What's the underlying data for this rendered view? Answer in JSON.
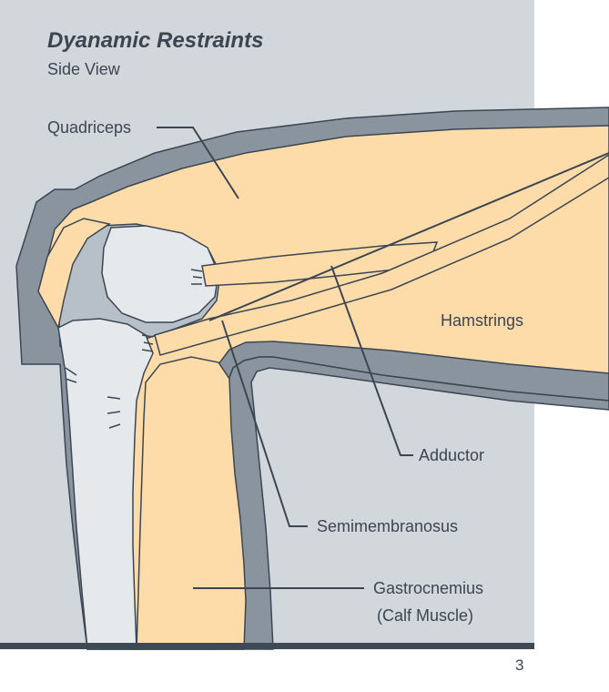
{
  "title": "Dyanamic Restraints",
  "subtitle": "Side View",
  "labels": {
    "quadriceps": "Quadriceps",
    "hamstrings": "Hamstrings",
    "adductor": "Adductor",
    "semimembranosus": "Semimembranosus",
    "gastrocnemius_line1": "Gastrocnemius",
    "gastrocnemius_line2": "(Calf Muscle)"
  },
  "page_number": "3",
  "colors": {
    "panel_background": "#d2d7dc",
    "muscle": "#fddcaa",
    "skin": "#8a949e",
    "bone": "#e6e9ec",
    "line": "#3b4652",
    "floor": "#3d4a56"
  }
}
